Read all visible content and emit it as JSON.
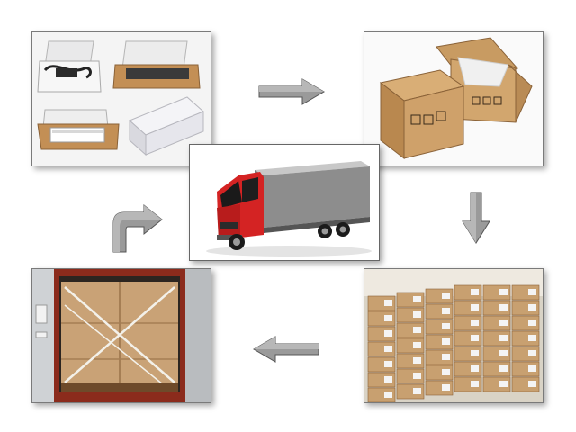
{
  "diagram": {
    "type": "process-cycle",
    "steps": [
      {
        "id": "packaged-products",
        "icon": "product-boxes-icon"
      },
      {
        "id": "carton-packing",
        "icon": "carton-box-icon"
      },
      {
        "id": "warehouse-stock",
        "icon": "stacked-cartons-icon"
      },
      {
        "id": "container-loading",
        "icon": "shipping-container-icon"
      },
      {
        "id": "truck-delivery",
        "icon": "truck-icon"
      }
    ],
    "arrows": [
      {
        "from": "packaged-products",
        "to": "carton-packing",
        "direction": "right"
      },
      {
        "from": "carton-packing",
        "to": "warehouse-stock",
        "direction": "down"
      },
      {
        "from": "warehouse-stock",
        "to": "container-loading",
        "direction": "left"
      },
      {
        "from": "container-loading",
        "to": "truck-delivery",
        "direction": "up-right"
      }
    ],
    "colors": {
      "arrow_fill": "#9a9a9a",
      "carton": "#c8a070",
      "truck_cab": "#d42323",
      "truck_box": "#8c8c8c",
      "panel_border": "#7a7a7a"
    }
  }
}
